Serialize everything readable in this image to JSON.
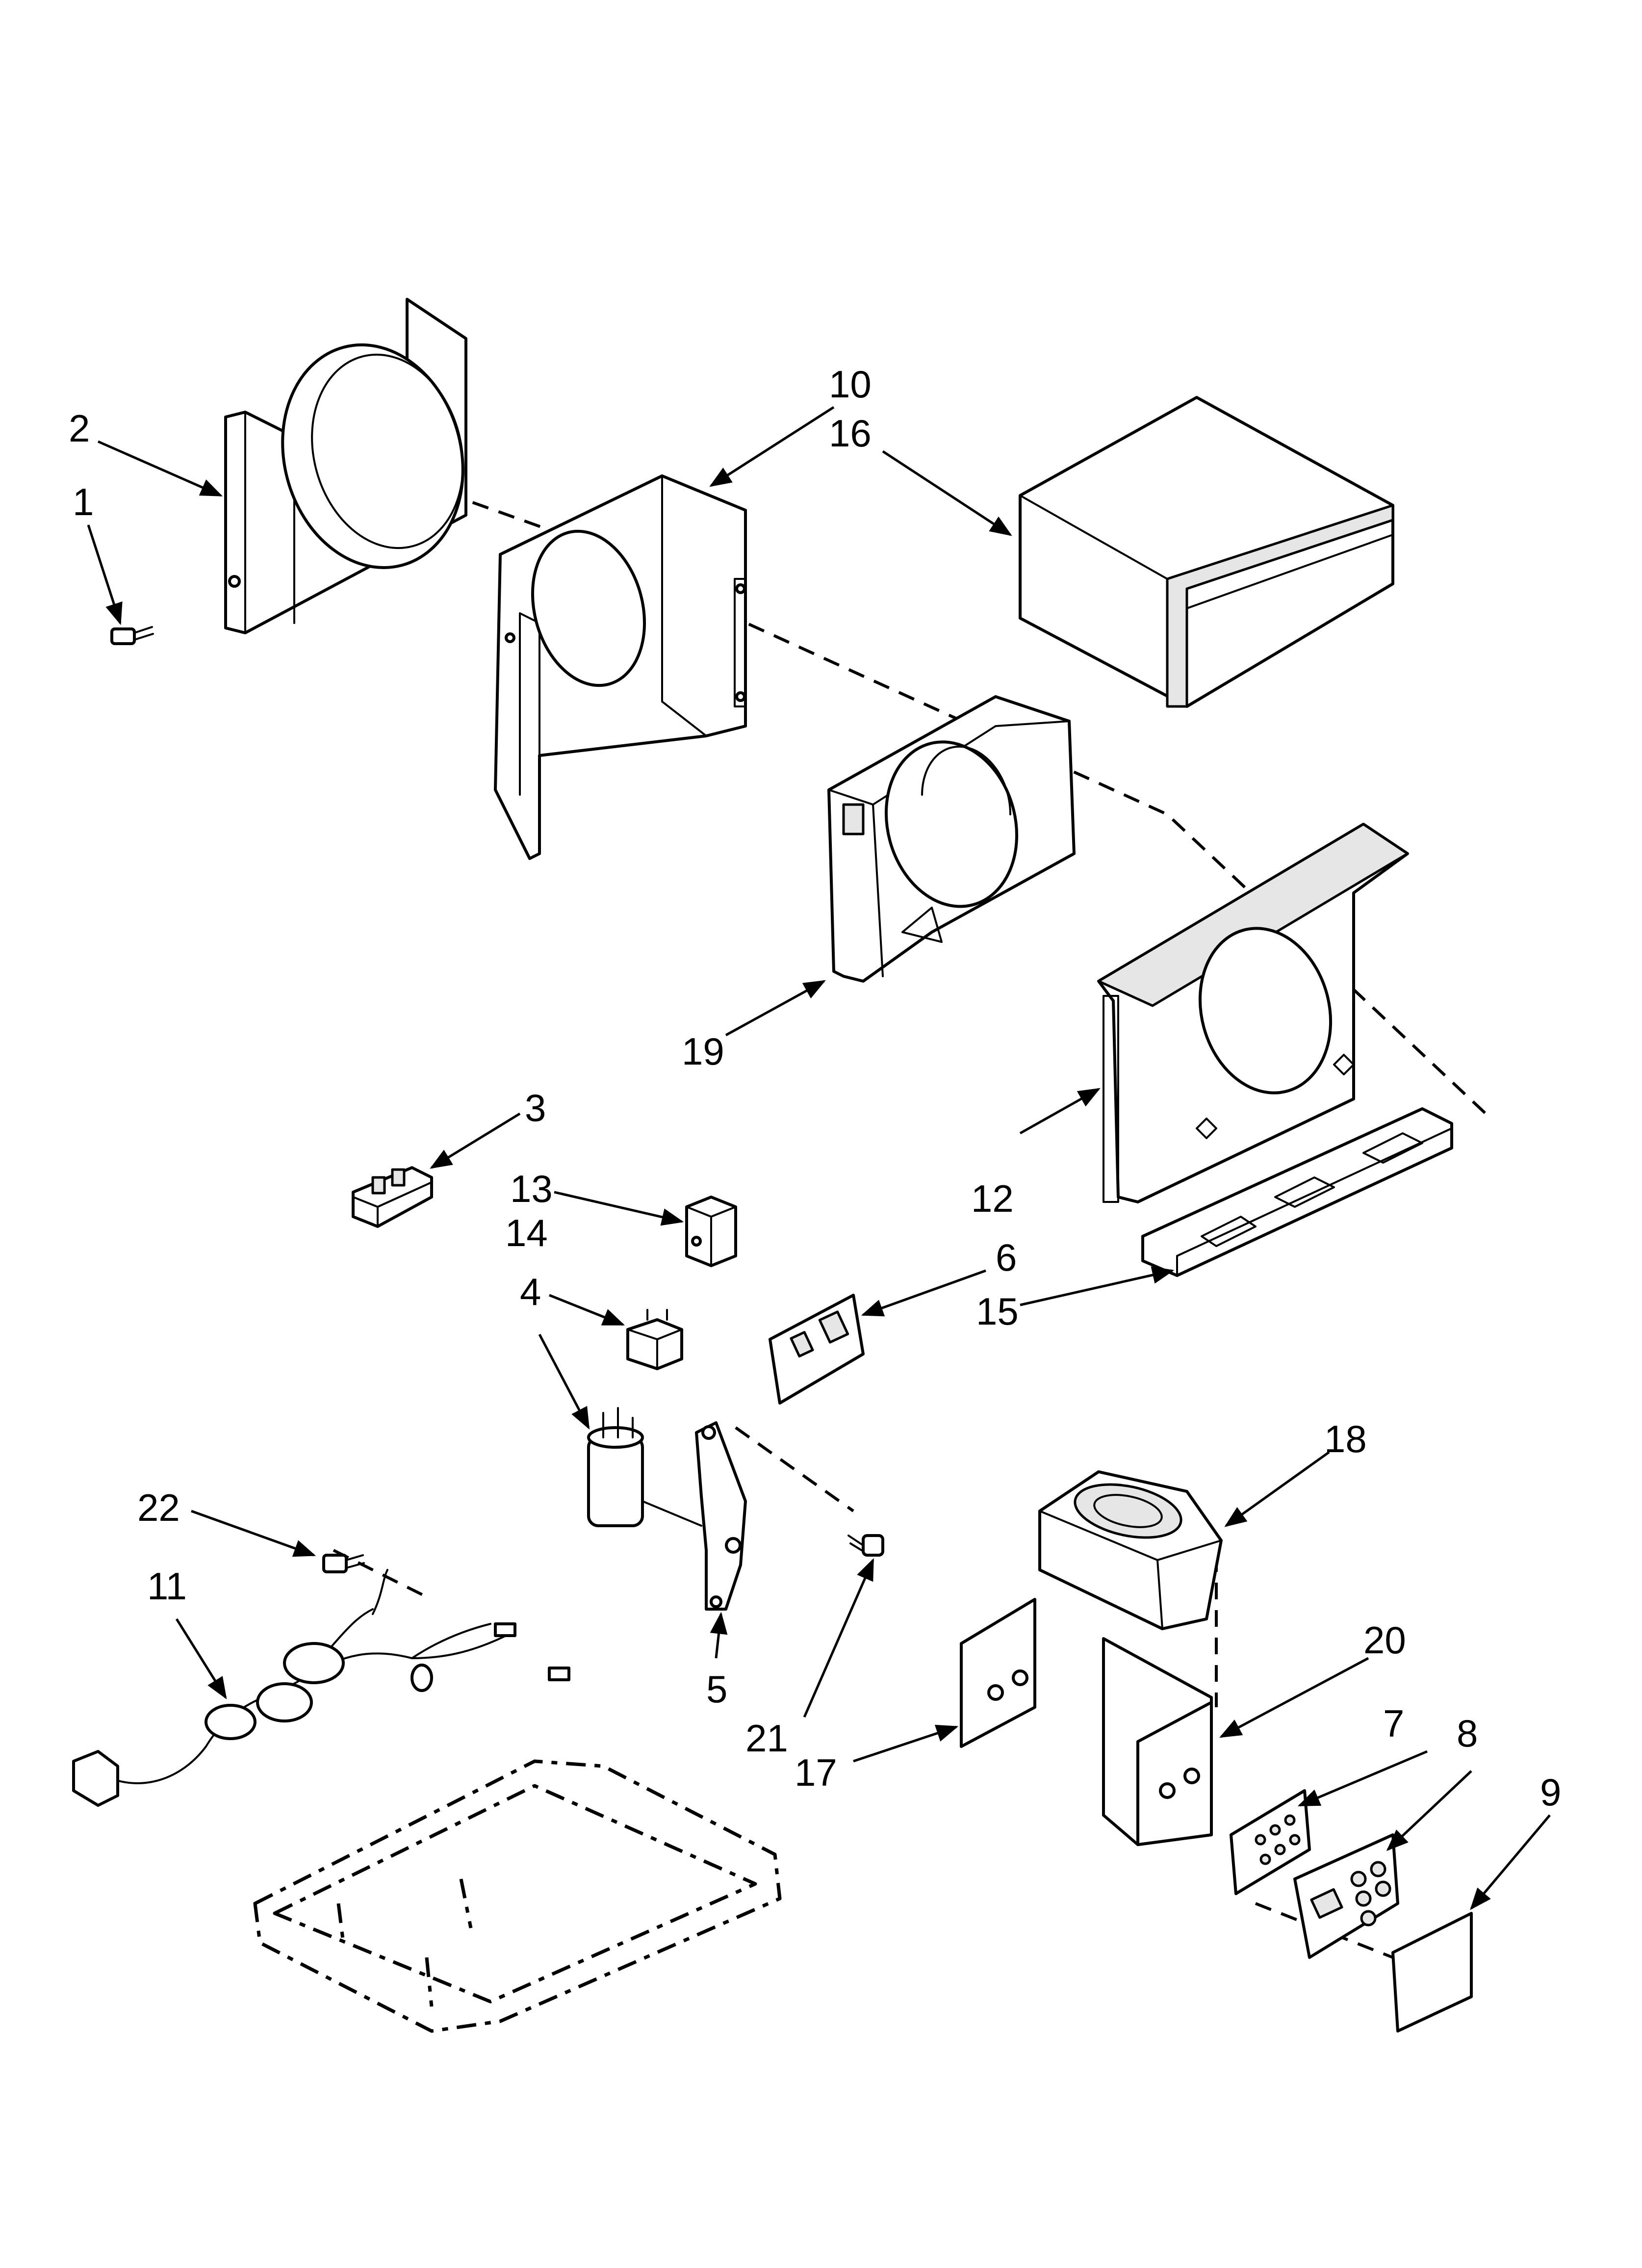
{
  "callouts": [
    {
      "id": "c1",
      "label": "1"
    },
    {
      "id": "c2",
      "label": "2"
    },
    {
      "id": "c3",
      "label": "3"
    },
    {
      "id": "c4",
      "label": "4"
    },
    {
      "id": "c5",
      "label": "5"
    },
    {
      "id": "c6",
      "label": "6"
    },
    {
      "id": "c7",
      "label": "7"
    },
    {
      "id": "c8",
      "label": "8"
    },
    {
      "id": "c9",
      "label": "9"
    },
    {
      "id": "c10",
      "label": "10"
    },
    {
      "id": "c11",
      "label": "11"
    },
    {
      "id": "c12",
      "label": "12"
    },
    {
      "id": "c13",
      "label": "13"
    },
    {
      "id": "c14",
      "label": "14"
    },
    {
      "id": "c15",
      "label": "15"
    },
    {
      "id": "c16",
      "label": "16"
    },
    {
      "id": "c17",
      "label": "17"
    },
    {
      "id": "c18",
      "label": "18"
    },
    {
      "id": "c19",
      "label": "19"
    },
    {
      "id": "c20",
      "label": "20"
    },
    {
      "id": "c21",
      "label": "21"
    },
    {
      "id": "c22",
      "label": "22"
    }
  ],
  "colors": {
    "ink": "#000000",
    "paper": "#ffffff",
    "shade": "#e6e6e6"
  }
}
